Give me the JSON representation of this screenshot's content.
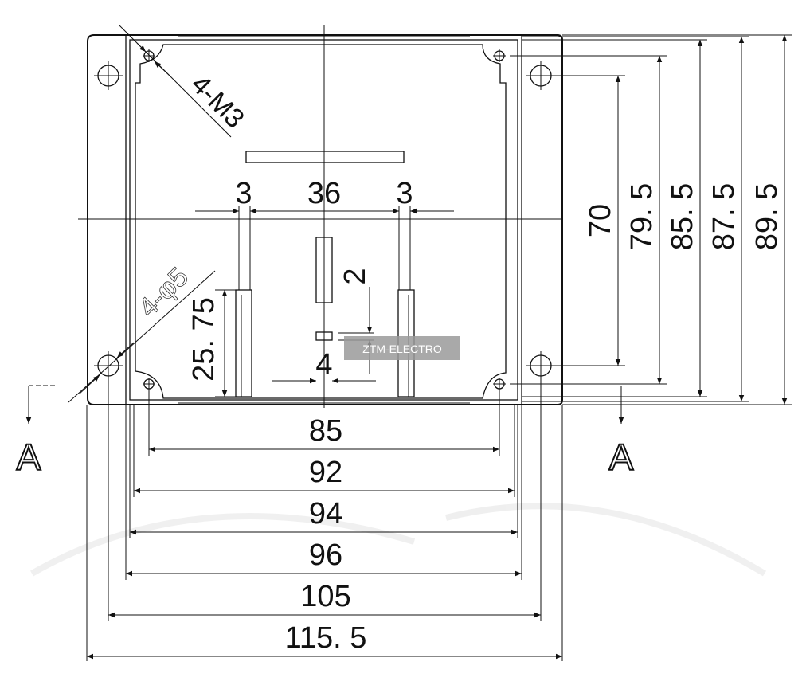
{
  "watermark": "ZTM-ELECTRO",
  "section_label": "A",
  "notes": {
    "screw": "4-M3",
    "hole": "4-φ5"
  },
  "horizontal_dims": {
    "d85": "85",
    "d92": "92",
    "d94": "94",
    "d96": "96",
    "d105": "105",
    "d115": "115. 5",
    "slot_left": "3",
    "slot_gap": "36",
    "slot_right": "3",
    "small_gap": "4"
  },
  "vertical_dims": {
    "d70": "70",
    "d79": "79. 5",
    "d85": "85. 5",
    "d87": "87. 5",
    "d89": "89. 5",
    "slot_len": "25. 75",
    "rib": "2"
  }
}
